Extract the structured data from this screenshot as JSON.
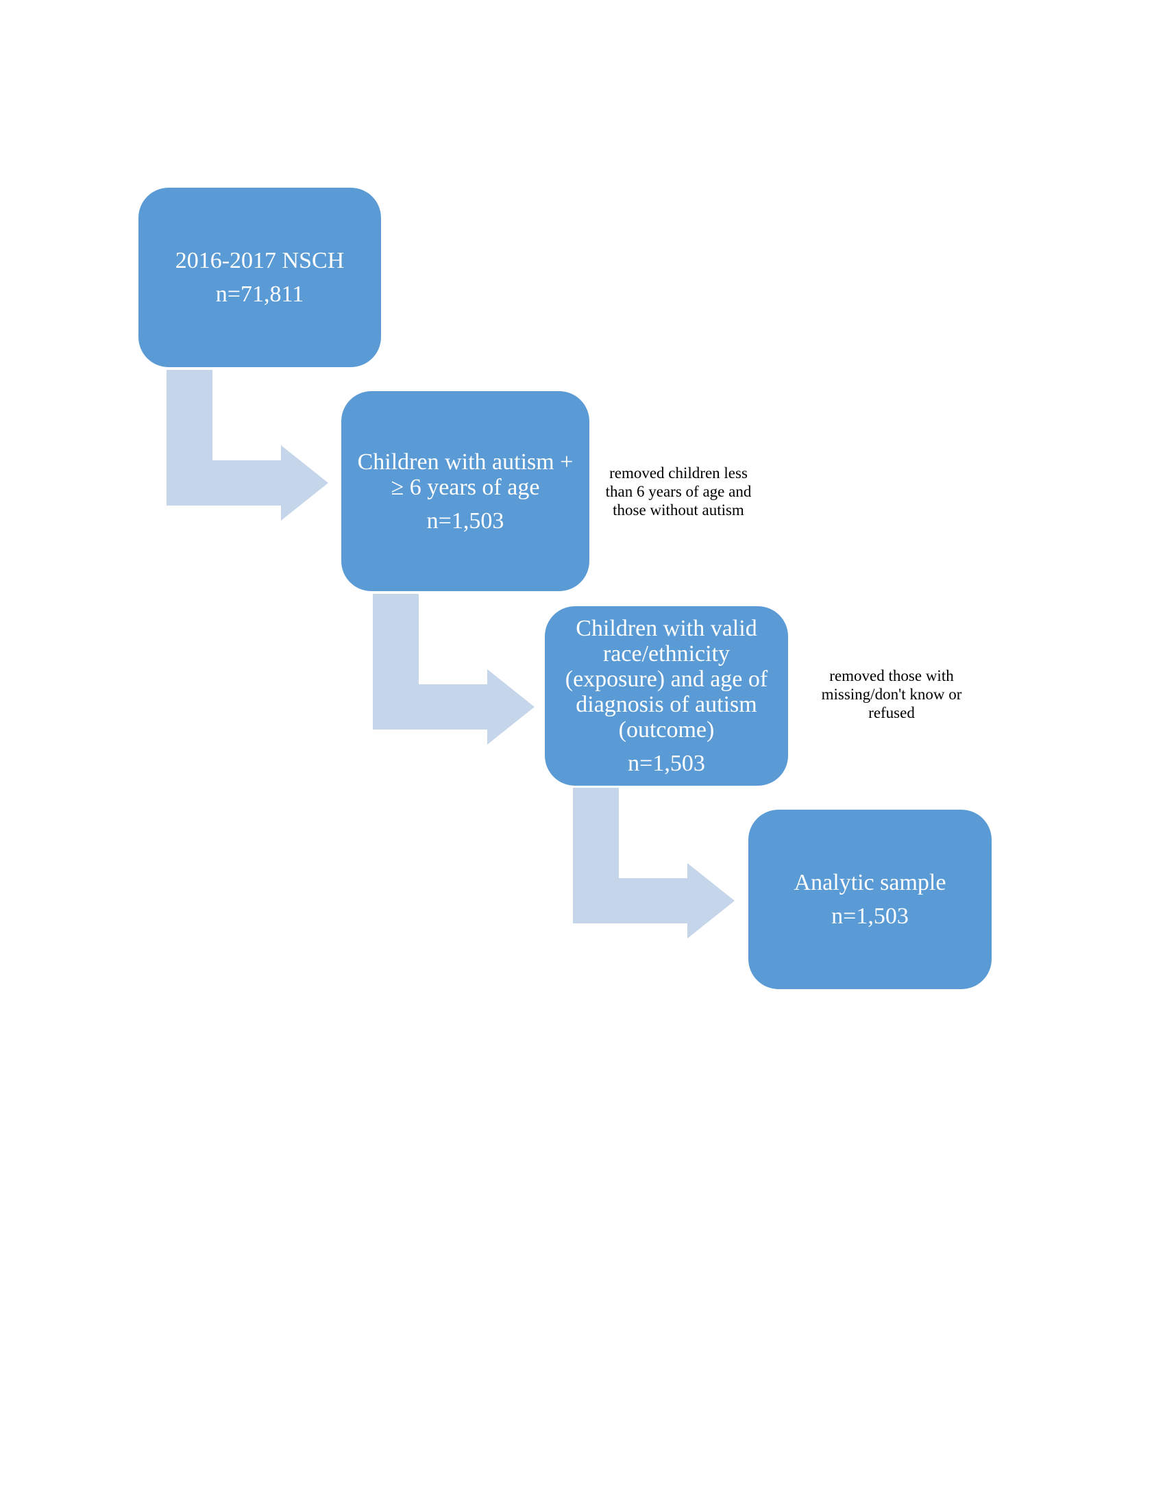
{
  "flowchart": {
    "steps": [
      {
        "title": "2016-2017 NSCH",
        "count": "n=71,811"
      },
      {
        "title": "Children with autism +\n≥ 6 years of age",
        "count": "n=1,503"
      },
      {
        "title": "Children with valid\nrace/ethnicity\n(exposure) and age of\ndiagnosis of autism\n(outcome)",
        "count": "n=1,503"
      },
      {
        "title": "Analytic sample",
        "count": "n=1,503"
      }
    ],
    "notes": [
      "removed children  less\nthan 6 years of age and\nthose without autism",
      "removed those with\nmissing/don't know or\nrefused"
    ],
    "colors": {
      "box": "#5b9bd5",
      "arrow": "#c5d5ea",
      "box_text": "#ffffff",
      "note_text": "#000000"
    }
  }
}
